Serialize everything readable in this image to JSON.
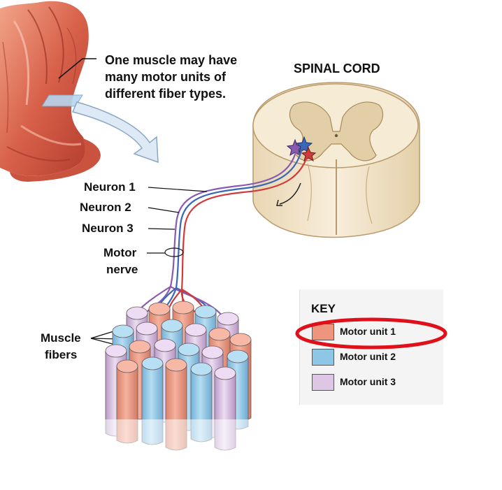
{
  "callout": {
    "lines": [
      "One muscle may have",
      "many motor units of",
      "different fiber types."
    ]
  },
  "spinal_cord": {
    "title": "SPINAL CORD"
  },
  "neurons": {
    "neuron1": "Neuron 1",
    "neuron2": "Neuron 2",
    "neuron3": "Neuron 3"
  },
  "motor_nerve": {
    "line1": "Motor",
    "line2": "nerve"
  },
  "muscle_fibers": {
    "line1": "Muscle",
    "line2": "fibers"
  },
  "key": {
    "title": "KEY",
    "items": [
      {
        "label": "Motor unit 1",
        "color": "#f0957d",
        "highlighted": true
      },
      {
        "label": "Motor unit 2",
        "color": "#8ec7e6"
      },
      {
        "label": "Motor unit 3",
        "color": "#ddc7e5"
      }
    ],
    "highlight_color": "#e0101a"
  },
  "colors": {
    "neuron1": "#d23a3a",
    "neuron2": "#3a67b8",
    "neuron3": "#8a5ab0",
    "muscle": "#d9604a",
    "spinal_cord": "#f4e8cf"
  }
}
